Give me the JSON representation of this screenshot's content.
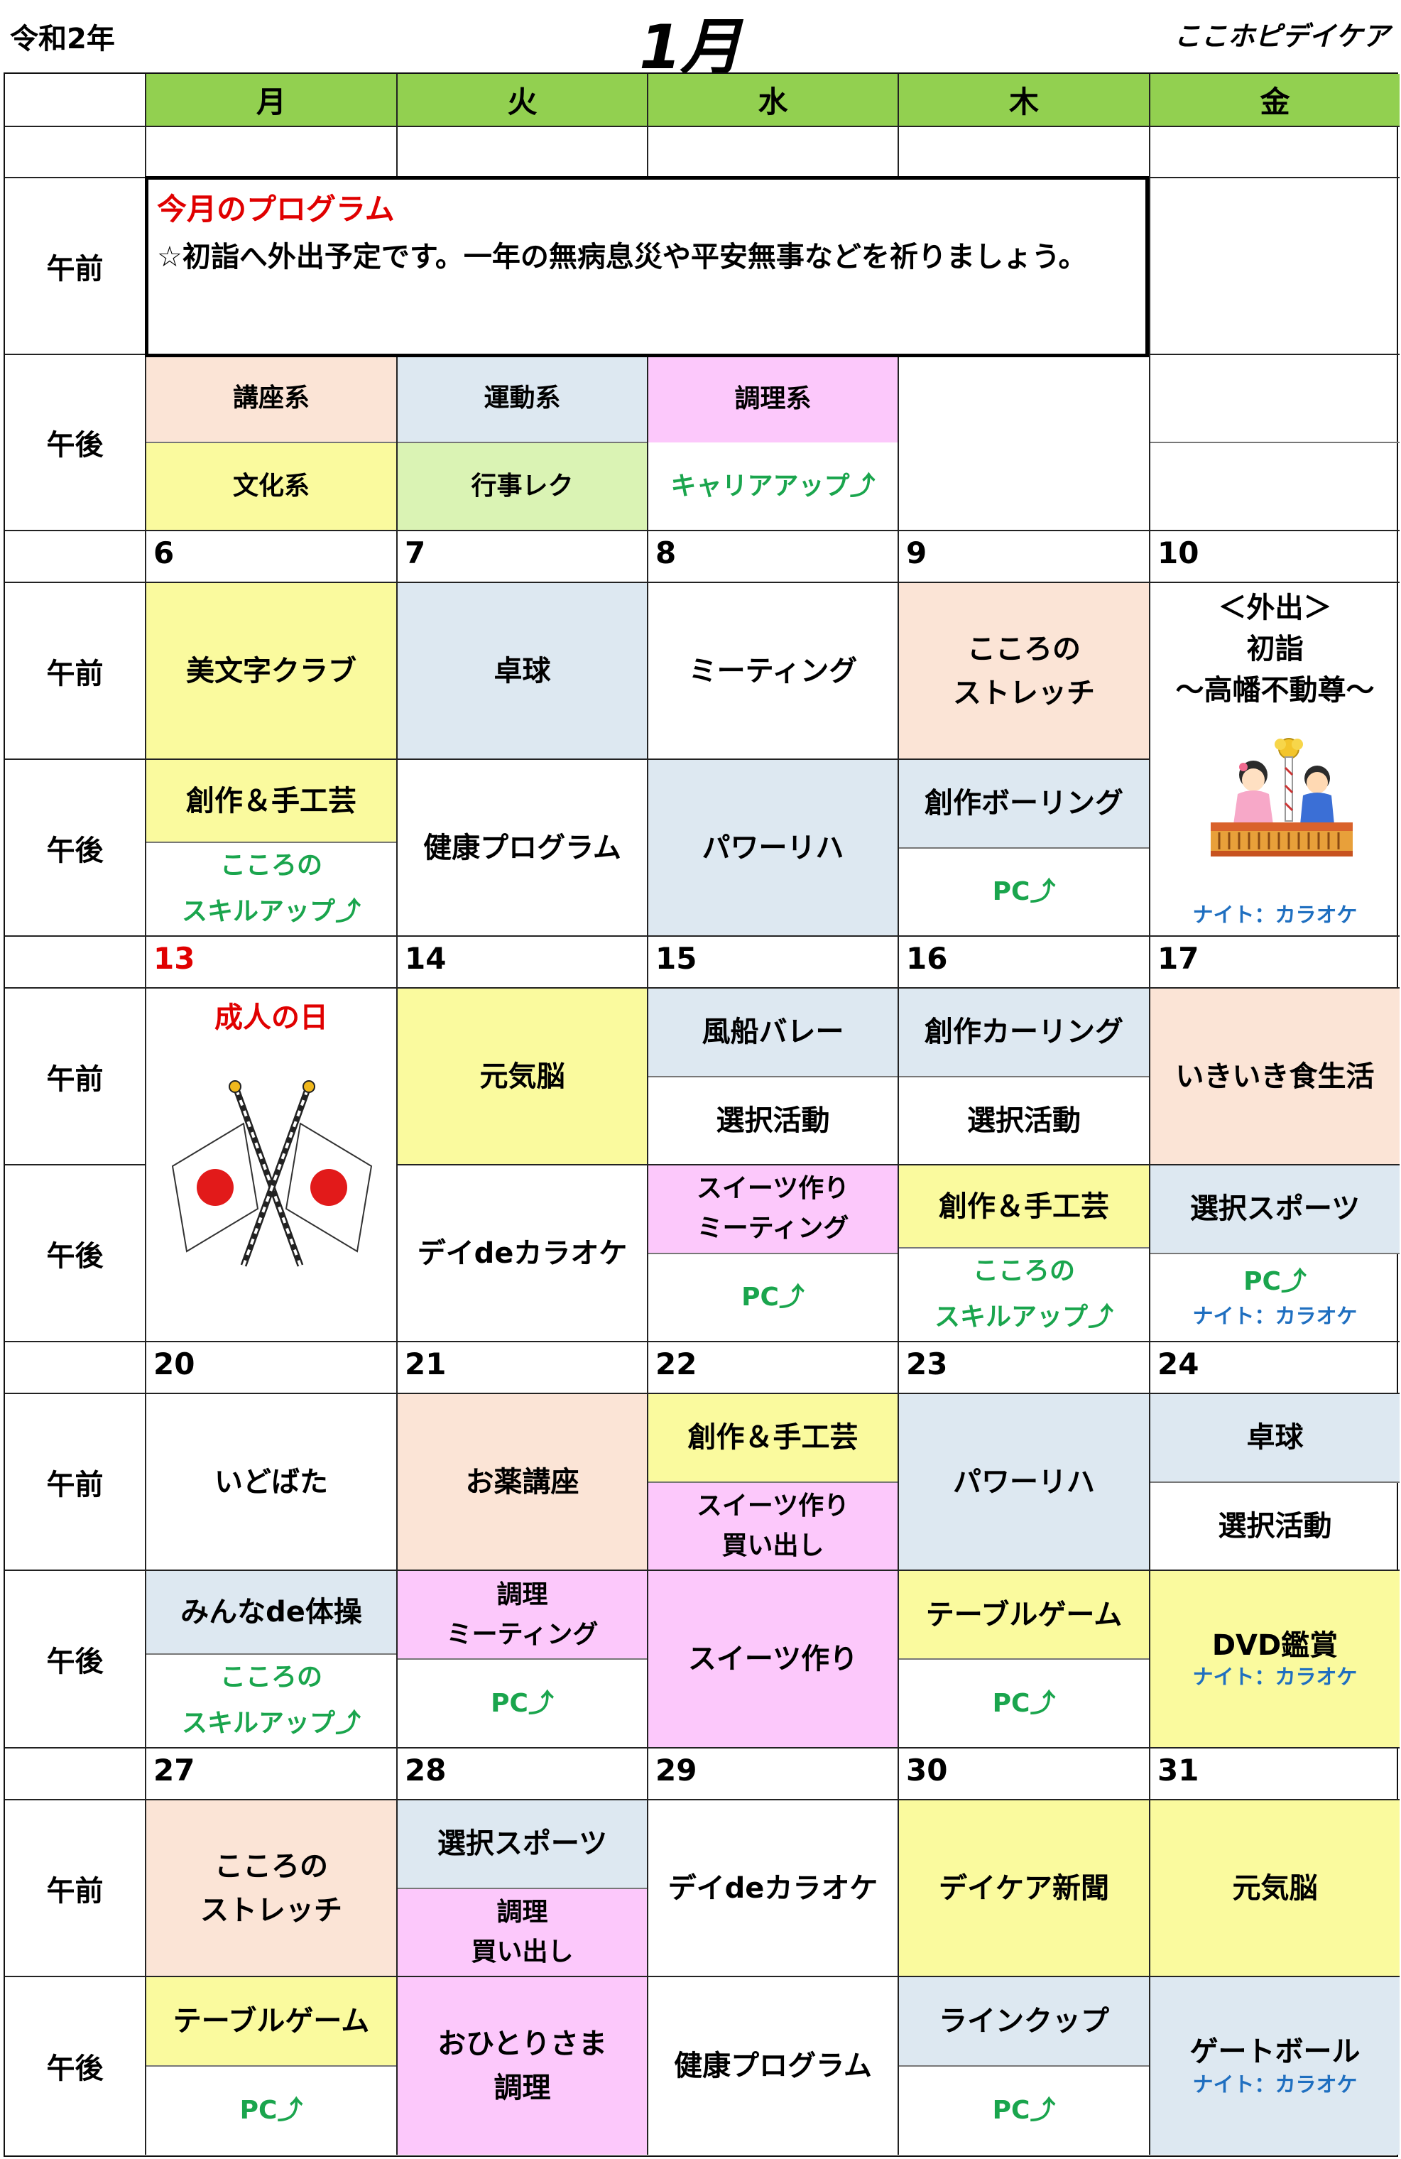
{
  "header": {
    "era": "令和2年",
    "month": "1月",
    "brand": "ここホピデイケア"
  },
  "weekdays": [
    "月",
    "火",
    "水",
    "木",
    "金"
  ],
  "labels": {
    "am": "午前",
    "pm": "午後"
  },
  "program": {
    "title": "今月のプログラム",
    "body": "☆初詣へ外出予定です。一年の無病息災や平安無事などを祈りましょう。"
  },
  "legend": [
    "講座系",
    "運動系",
    "調理系",
    "文化系",
    "行事レク",
    "キャリアアップ⤴"
  ],
  "colors": {
    "weekday_header": "#92d050",
    "lecture": "#fbe4d6",
    "exercise": "#dde8f1",
    "cooking": "#fcc8fb",
    "culture": "#fafa9e",
    "event": "#daf3b4",
    "career_text": "#1aa54d",
    "holiday_text": "#e00000",
    "night_text": "#1f6fc0"
  },
  "weeks": [
    {
      "dates": [
        "6",
        "7",
        "8",
        "9",
        "10"
      ],
      "am": [
        "美文字クラブ",
        "卓球",
        "ミーティング",
        "こころの\nストレッチ",
        "＜外出＞\n初詣\n〜高幡不動尊〜"
      ],
      "pm": [
        [
          "創作＆手工芸",
          "こころの\nスキルアップ⤴"
        ],
        [
          "健康プログラム"
        ],
        [
          "パワーリハ"
        ],
        [
          "創作ボーリング",
          "PC⤴"
        ],
        [
          "ナイト：カラオケ"
        ]
      ]
    },
    {
      "dates": [
        "13",
        "14",
        "15",
        "16",
        "17"
      ],
      "holiday": "成人の日",
      "am": [
        "",
        "元気脳",
        [
          "風船バレー",
          "選択活動"
        ],
        [
          "創作カーリング",
          "選択活動"
        ],
        "いきいき食生活"
      ],
      "pm": [
        [
          ""
        ],
        [
          "デイdeカラオケ"
        ],
        [
          "スイーツ作り\nミーティング",
          "PC⤴"
        ],
        [
          "創作＆手工芸",
          "こころの\nスキルアップ⤴"
        ],
        [
          "選択スポーツ",
          "PC⤴",
          "ナイト：カラオケ"
        ]
      ]
    },
    {
      "dates": [
        "20",
        "21",
        "22",
        "23",
        "24"
      ],
      "am": [
        "いどばた",
        "お薬講座",
        [
          "創作＆手工芸",
          "スイーツ作り\n買い出し"
        ],
        "パワーリハ",
        [
          "卓球",
          "選択活動"
        ]
      ],
      "pm": [
        [
          "みんなde体操",
          "こころの\nスキルアップ⤴"
        ],
        [
          "調理\nミーティング",
          "PC⤴"
        ],
        [
          "スイーツ作り"
        ],
        [
          "テーブルゲーム",
          "PC⤴"
        ],
        [
          "DVD鑑賞",
          "ナイト：カラオケ"
        ]
      ]
    },
    {
      "dates": [
        "27",
        "28",
        "29",
        "30",
        "31"
      ],
      "am": [
        "こころの\nストレッチ",
        [
          "選択スポーツ",
          "調理\n買い出し"
        ],
        "デイdeカラオケ",
        "デイケア新聞",
        "元気脳"
      ],
      "pm": [
        [
          "テーブルゲーム",
          "PC⤴"
        ],
        [
          "おひとりさま\n調理"
        ],
        [
          "健康プログラム"
        ],
        [
          "ラインクップ",
          "PC⤴"
        ],
        [
          "ゲートボール",
          "ナイト：カラオケ"
        ]
      ]
    }
  ]
}
